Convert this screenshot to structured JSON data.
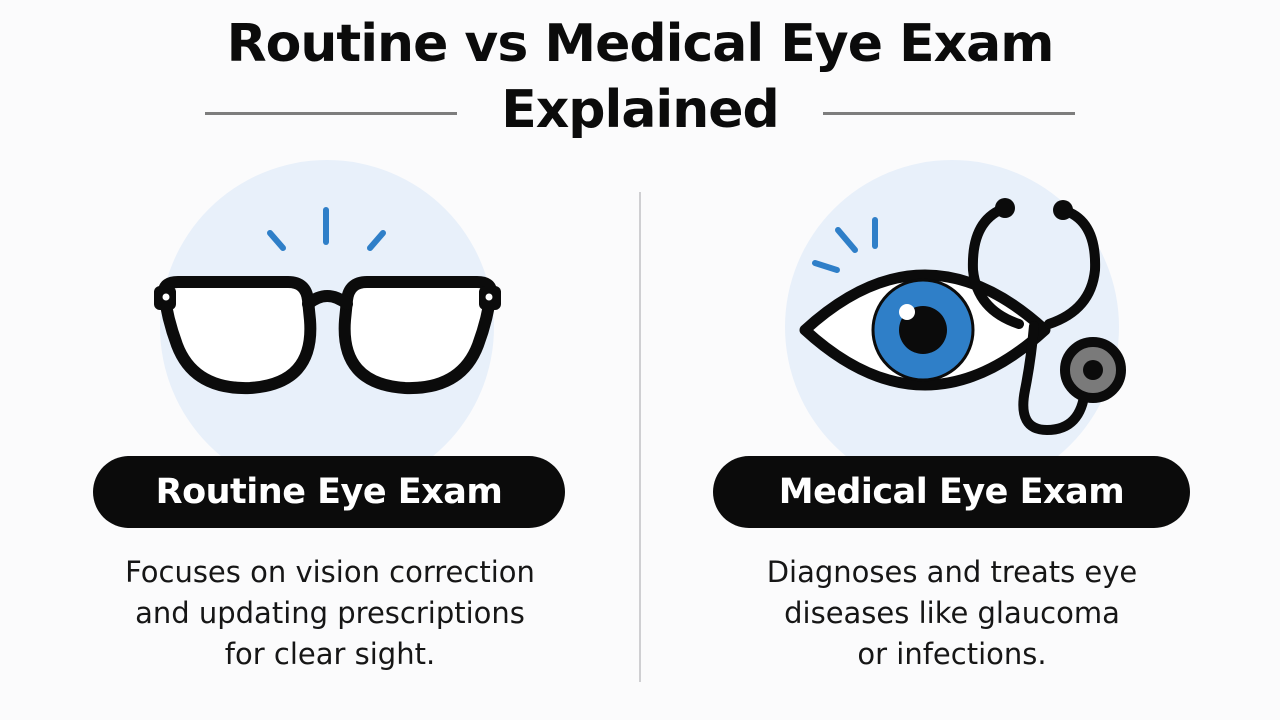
{
  "header": {
    "title_line1": "Routine vs Medical Eye Exam",
    "title_line2": "Explained"
  },
  "left_panel": {
    "icon": "eyeglasses-icon",
    "label": "Routine Eye Exam",
    "description_lines": [
      "Focuses on vision correction",
      "and updating prescriptions",
      "for clear sight."
    ]
  },
  "right_panel": {
    "icon": "eye-with-stethoscope-icon",
    "label": "Medical Eye Exam",
    "description_lines": [
      "Diagnoses and treats eye",
      "diseases like glaucoma",
      "or infections."
    ]
  },
  "colors": {
    "accent_blue": "#2f7fc8",
    "ink": "#0b0b0b",
    "halo": "#e8f0fa",
    "rule_gray": "#7d7d7d",
    "divider_gray": "#cfcfd2"
  }
}
